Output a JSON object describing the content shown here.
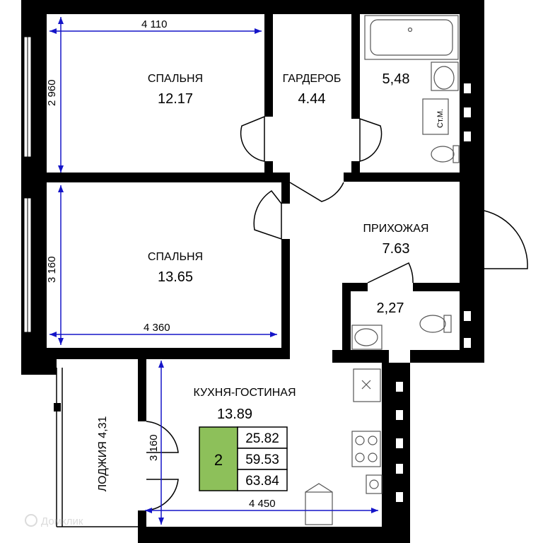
{
  "plan": {
    "rooms": [
      {
        "id": "bedroom-1",
        "name": "СПАЛЬНЯ",
        "area": "12.17"
      },
      {
        "id": "wardrobe",
        "name": "ГАРДЕРОБ",
        "area": "4.44"
      },
      {
        "id": "bathroom",
        "name": "",
        "area": "5,48"
      },
      {
        "id": "bedroom-2",
        "name": "СПАЛЬНЯ",
        "area": "13.65"
      },
      {
        "id": "hallway",
        "name": "ПРИХОЖАЯ",
        "area": "7.63"
      },
      {
        "id": "wc",
        "name": "",
        "area": "2,27"
      },
      {
        "id": "kitchen-living",
        "name": "КУХНЯ-ГОСТИНАЯ",
        "area": "13.89"
      },
      {
        "id": "loggia",
        "name": "ЛОДЖИЯ 4,31",
        "area": ""
      }
    ],
    "dimensions": {
      "bedroom1_width": "4 110",
      "bedroom1_height": "2 960",
      "bedroom2_height": "3 160",
      "bedroom2_width": "4 360",
      "kitchen_height": "3 160",
      "kitchen_width": "4 450"
    },
    "washer_label": "Ст.М.",
    "summary": {
      "rooms_count": "2",
      "living_area": "25.82",
      "total_area": "59.53",
      "total_with_loggia": "63.84",
      "badge_color": "#8dc05a"
    },
    "watermark": "Домклик",
    "dimension_color": "#1515c8"
  }
}
